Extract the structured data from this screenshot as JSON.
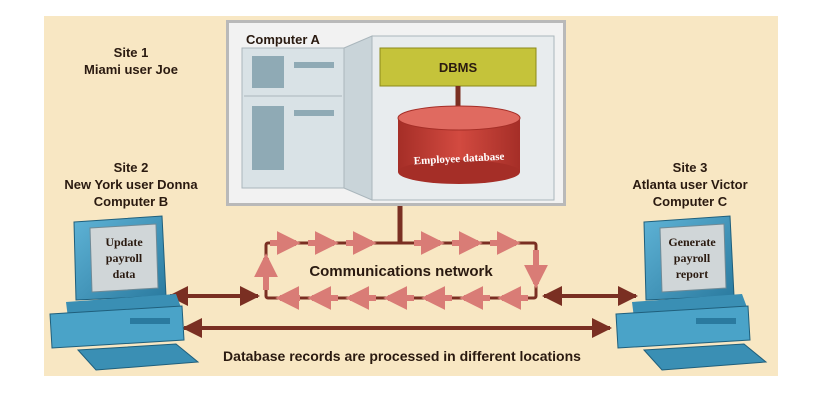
{
  "sites": {
    "site1": {
      "title": "Site 1",
      "subtitle": "Miami user Joe"
    },
    "site2": {
      "title": "Site 2",
      "subtitle": "New York user Donna",
      "computer": "Computer B"
    },
    "site3": {
      "title": "Site 3",
      "subtitle": "Atlanta user Victor",
      "computer": "Computer C"
    }
  },
  "computer_a": {
    "label": "Computer A",
    "dbms_label": "DBMS",
    "database_label": "Employee database"
  },
  "screens": {
    "computer_b": [
      "Update",
      "payroll",
      "data"
    ],
    "computer_c": [
      "Generate",
      "payroll",
      "report"
    ]
  },
  "network": {
    "label": "Communications network"
  },
  "caption": "Database records are processed in different locations",
  "colors": {
    "background": "#f8e7c3",
    "arrow_dark": "#7a2f22",
    "network_arrow": "#d97c76",
    "dbms_box": "#c5c33a",
    "database_cylinder": "#c43e35",
    "monitor": "#3a8fb4",
    "computer_panel": "#d9e2e6"
  }
}
